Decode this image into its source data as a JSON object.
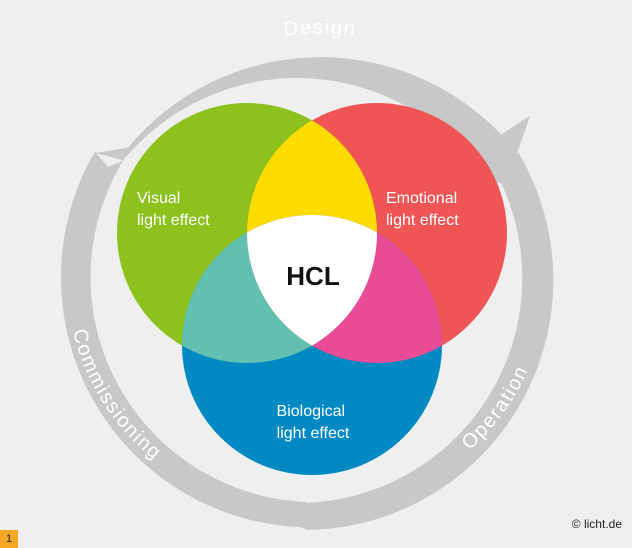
{
  "cycle": {
    "design": "Design",
    "operation": "Operation",
    "commissioning": "Commissioning"
  },
  "sets": {
    "visual": [
      "Visual",
      "light effect"
    ],
    "emotional": [
      "Emotional",
      "light effect"
    ],
    "biological": [
      "Biological",
      "light effect"
    ]
  },
  "center": "HCL",
  "copyright": "© licht.de",
  "page_number": "1",
  "colors": {
    "background": "#efefef",
    "cycle_arrows": "#c8c8c8",
    "visual": "#8cc11e",
    "emotional": "#ef5555",
    "biological": "#0089c2",
    "visual_emotional": "#fddc00",
    "visual_biological": "#62c0b0",
    "emotional_biological": "#e94b96",
    "center": "#ffffff"
  }
}
